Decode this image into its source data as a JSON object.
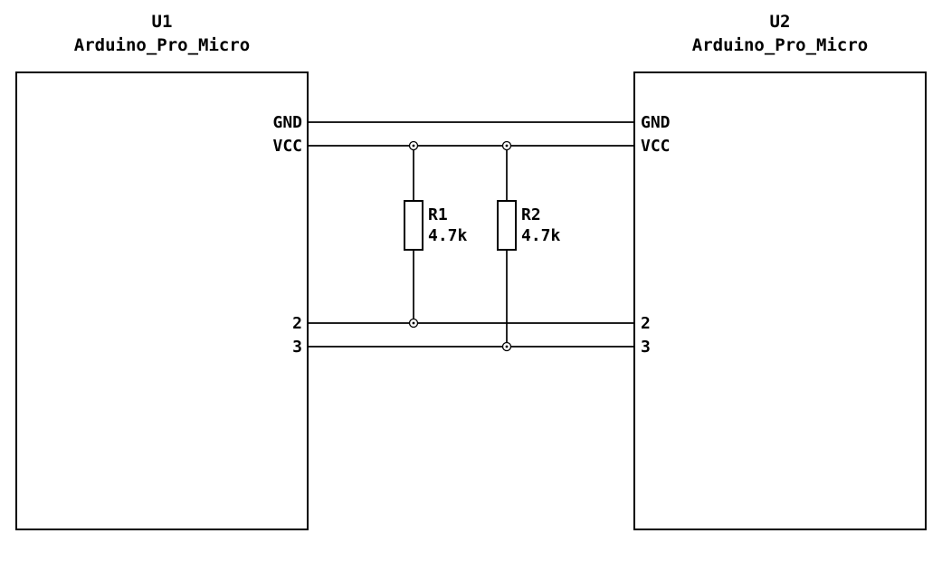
{
  "schematic": {
    "colors": {
      "wire": "#000000",
      "symbol_outline": "#000000",
      "background": "#ffffff",
      "text": "#000000"
    },
    "components": {
      "U1": {
        "ref": "U1",
        "value": "Arduino_Pro_Micro",
        "pins": {
          "gnd": "GND",
          "vcc": "VCC",
          "p2": "2",
          "p3": "3"
        }
      },
      "U2": {
        "ref": "U2",
        "value": "Arduino_Pro_Micro",
        "pins": {
          "gnd": "GND",
          "vcc": "VCC",
          "p2": "2",
          "p3": "3"
        }
      },
      "R1": {
        "ref": "R1",
        "value": "4.7k"
      },
      "R2": {
        "ref": "R2",
        "value": "4.7k"
      }
    }
  }
}
